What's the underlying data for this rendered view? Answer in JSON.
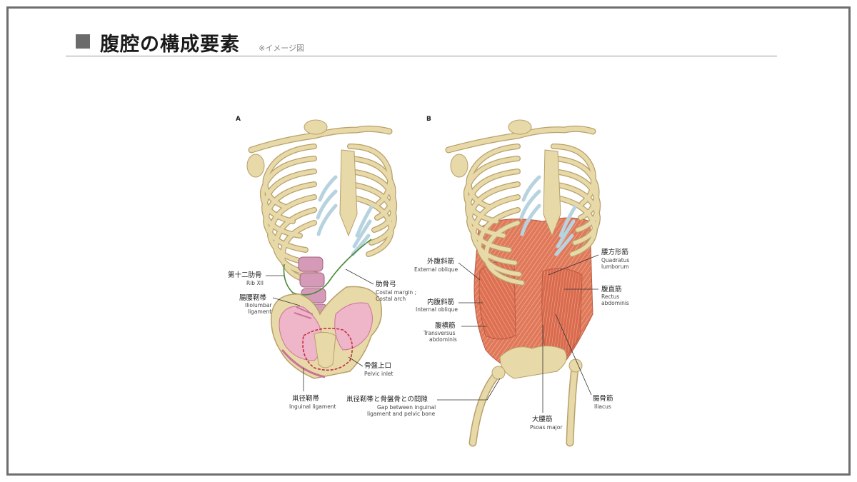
{
  "slide": {
    "title": "腹腔の構成要素",
    "note": "※イメージ図"
  },
  "panels": {
    "a": "A",
    "b": "B"
  },
  "labels_a": {
    "rib12_jp": "第十二肋骨",
    "rib12_en": "Rib XII",
    "iliolumbar_jp": "腸腰靭帯",
    "iliolumbar_en1": "Iliolumbar",
    "iliolumbar_en2": "ligament",
    "costal_jp": "肋骨弓",
    "costal_en1": "Costal margin ;",
    "costal_en2": "Costal arch",
    "pelvic_jp": "骨盤上口",
    "pelvic_en": "Pelvic inlet",
    "inguinal_jp": "鼡径靭帯",
    "inguinal_en": "Inguinal ligament"
  },
  "labels_b": {
    "ext_jp": "外腹斜筋",
    "ext_en": "External oblique",
    "int_jp": "内腹斜筋",
    "int_en": "Internal oblique",
    "trans_jp": "腹横筋",
    "trans_en1": "Transversus",
    "trans_en2": "abdominis",
    "gap_jp": "鼡径靭帯と骨盤骨との間隙",
    "gap_en1": "Gap between inguinal",
    "gap_en2": "ligament and pelvic bone",
    "quad_jp": "腰方形筋",
    "quad_en1": "Quadratus",
    "quad_en2": "lumborum",
    "rect_jp": "腹直筋",
    "rect_en1": "Rectus",
    "rect_en2": "abdominis",
    "iliacus_jp": "腸骨筋",
    "iliacus_en": "Iliacus",
    "psoas_jp": "大腰筋",
    "psoas_en": "Psoas major"
  },
  "colors": {
    "bone": "#e8d9a8",
    "bone_stroke": "#b8a06a",
    "cartilage": "#b7d3df",
    "ligament": "#c9739a",
    "pelvis_inner": "#efb5c8",
    "muscle": "#e0785a",
    "muscle_light": "#f0a080",
    "costal_line": "#4a8a3a",
    "inlet_line": "#c03040",
    "leader": "#333333"
  }
}
